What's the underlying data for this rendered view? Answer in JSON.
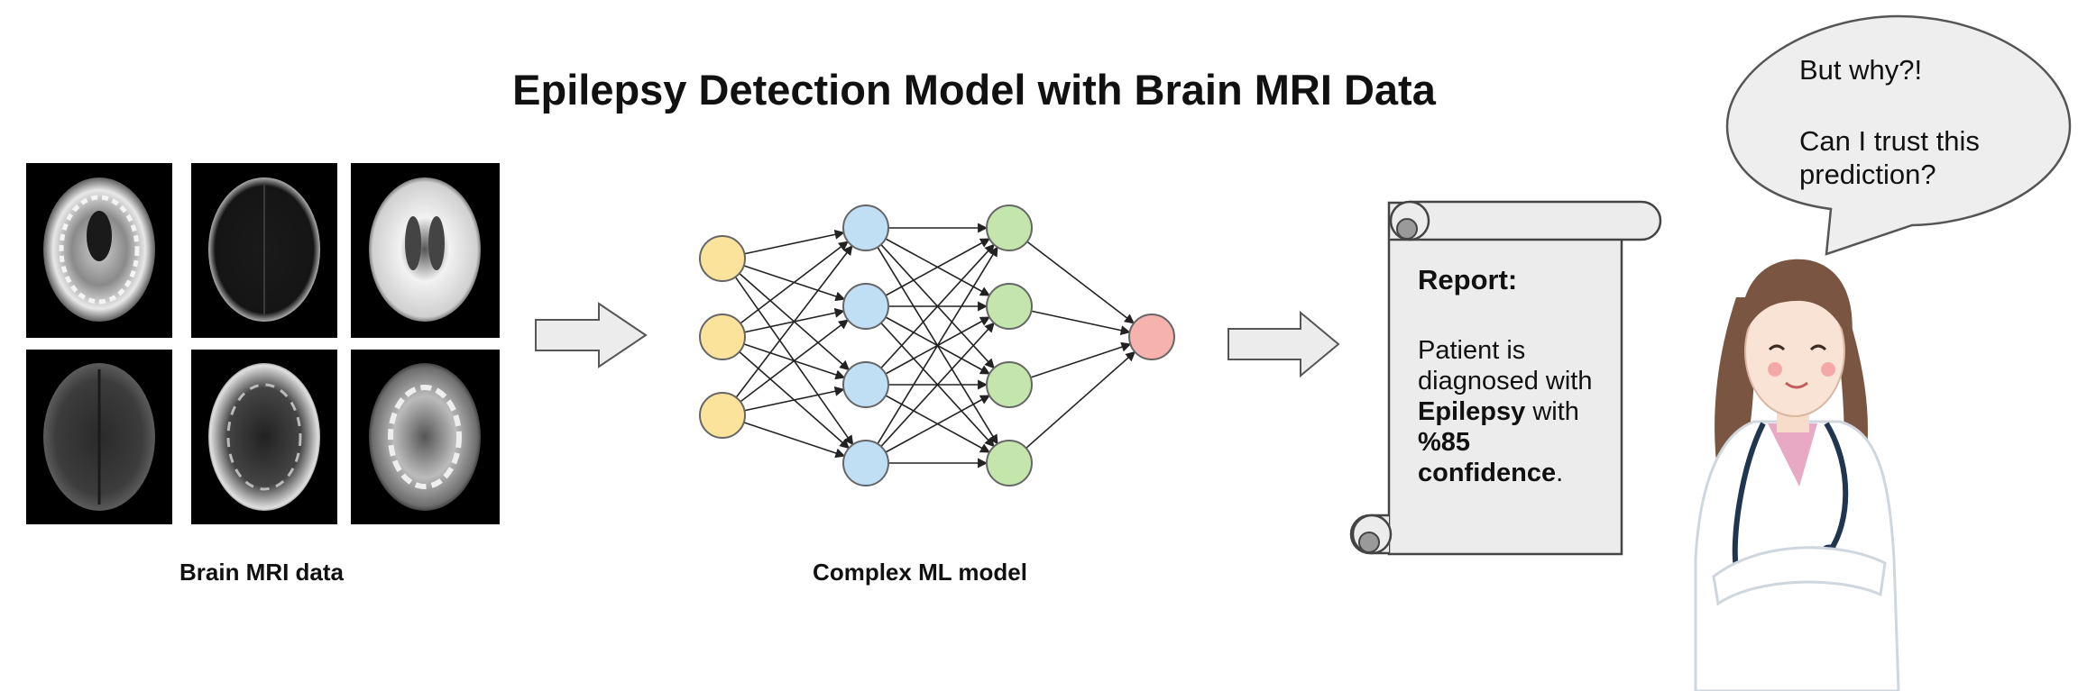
{
  "title": "Epilepsy Detection Model with Brain MRI Data",
  "labels": {
    "mri": "Brain MRI data",
    "model": "Complex ML model"
  },
  "report": {
    "heading": "Report:",
    "text_1": "Patient is diagnosed with ",
    "diagnosis": "Epilepsy",
    "text_2": " with ",
    "confidence": "%85 confidence",
    "text_3": "."
  },
  "speech": {
    "line_1": "But why?!",
    "line_2": "Can I trust this prediction?"
  },
  "network": {
    "layers": [
      3,
      4,
      4,
      1
    ],
    "colors": [
      "#fbe39b",
      "#c0dff5",
      "#c4e6ad",
      "#f6b3ad"
    ]
  },
  "icons": {
    "mri_scans": "brain-mri-scan-icon",
    "arrows": "right-arrow-icon",
    "report": "scroll-icon",
    "person": "doctor-icon"
  }
}
